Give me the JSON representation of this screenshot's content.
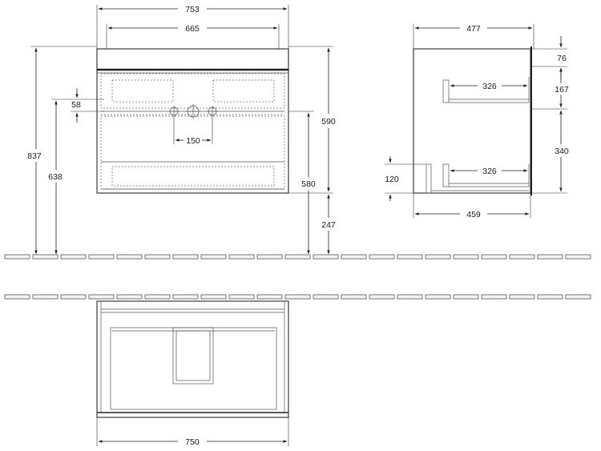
{
  "front_view": {
    "overall_width": "753",
    "inner_width": "665",
    "drawer_gap": "58",
    "tap_spacing": "150",
    "total_height": "837",
    "height_to_top_drawer": "638",
    "cabinet_height": "590",
    "waste_height": "580",
    "floor_clearance": "247"
  },
  "side_view": {
    "depth": "477",
    "inner_depth": "459",
    "top_offset": "76",
    "upper_drawer_height": "167",
    "lower_drawer_height": "340",
    "upper_drawer_depth": "326",
    "lower_drawer_depth": "326",
    "siphon_height": "120"
  },
  "top_view": {
    "width": "750"
  }
}
